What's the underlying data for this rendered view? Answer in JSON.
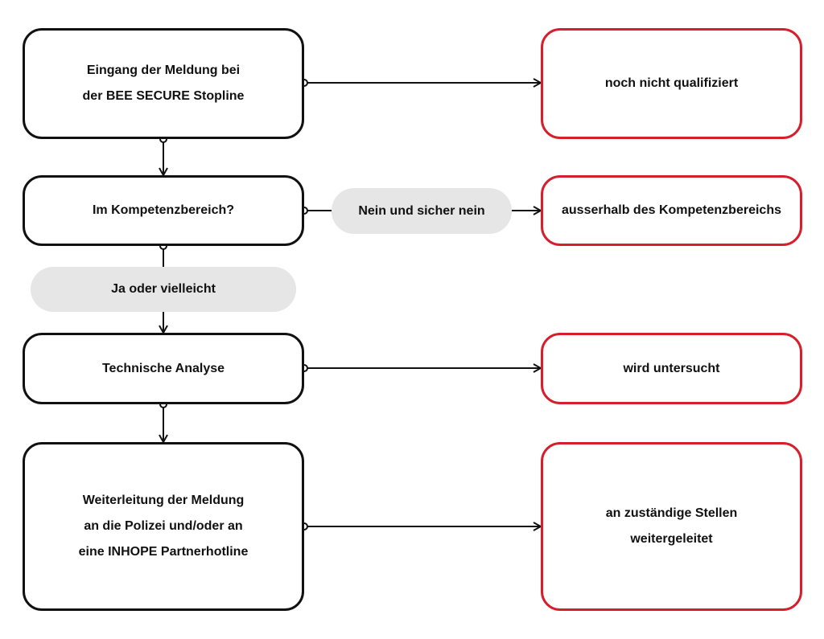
{
  "colors": {
    "outcome_border": "#d61f2c",
    "process_border": "#111111",
    "pill_bg": "#e6e6e6"
  },
  "steps": {
    "eingang": {
      "line1": "Eingang der Meldung bei",
      "line2": "der BEE SECURE Stopline"
    },
    "kompetenz": {
      "line1": "Im Kompetenzbereich?"
    },
    "analyse": {
      "line1": "Technische Analyse"
    },
    "weiterleitung": {
      "line1": "Weiterleitung der Meldung",
      "line2": "an die Polizei und/oder an",
      "line3": "eine INHOPE Partnerhotline"
    }
  },
  "outcomes": {
    "nicht_qualifiziert": {
      "line1": "noch nicht qualifiziert"
    },
    "ausserhalb": {
      "line1": "ausserhalb des Kompetenzbereichs"
    },
    "untersucht": {
      "line1": "wird untersucht"
    },
    "weitergeleitet": {
      "line1": "an zuständige Stellen",
      "line2": "weitergeleitet"
    }
  },
  "decisions": {
    "no": "Nein und sicher nein",
    "yes": "Ja oder vielleicht"
  }
}
